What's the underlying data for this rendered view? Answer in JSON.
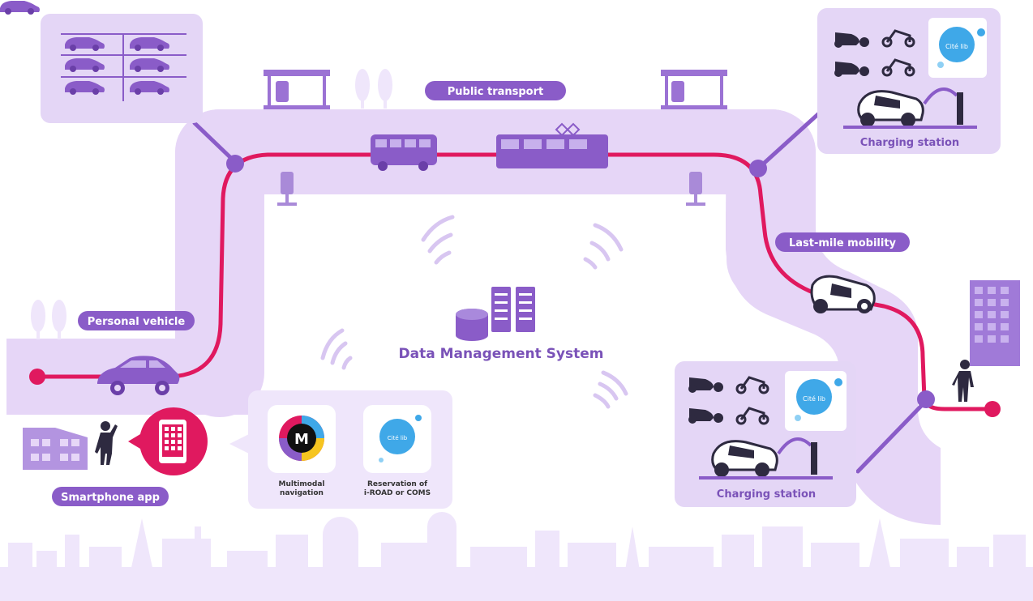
{
  "colors": {
    "route": "#e0195f",
    "band": "#e6d6f7",
    "purple": "#8a5cc8",
    "dark_purple": "#7a52b8",
    "panel": "#e4d6f6",
    "skyline": "#f0e8fb",
    "cite_lib": "#3fa8e8"
  },
  "labels": {
    "public_transport": "Public transport",
    "last_mile": "Last-mile mobility",
    "personal_vehicle": "Personal vehicle",
    "smartphone_app": "Smartphone app",
    "dms": "Data Management System"
  },
  "charging_top": {
    "caption": "Charging station",
    "logo_text": "Cité lib"
  },
  "charging_bottom": {
    "caption": "Charging station",
    "logo_text": "Cité lib"
  },
  "apps": [
    {
      "name": "multimodal-navigation",
      "letter": "M",
      "label_line1": "Multimodal",
      "label_line2": "navigation"
    },
    {
      "name": "reservation",
      "logo_text": "Cité lib",
      "label_line1": "Reservation of",
      "label_line2": "i-ROAD or COMS"
    }
  ],
  "icons": [
    "parking-car-icon",
    "bus-stop-icon",
    "tree-icon",
    "bus-icon",
    "tram-icon",
    "data-server-icon",
    "wireless-signal-icon",
    "smartphone-icon",
    "person-icon",
    "house-icon",
    "building-icon",
    "car-icon",
    "i-road-icon",
    "coms-icon",
    "charger-icon",
    "skyline"
  ]
}
